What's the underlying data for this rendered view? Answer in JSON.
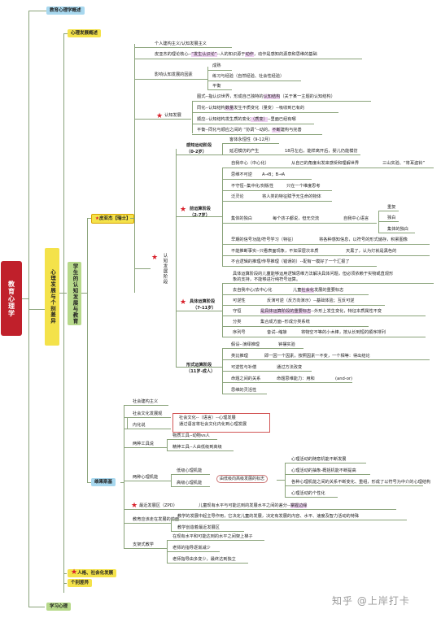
{
  "root": "教育心理学",
  "branches": {
    "overview": "教育心理学概述",
    "development": "心理发展与个别差异",
    "learning": "学习心理"
  },
  "dev": {
    "overview": "心理发展概述",
    "cognitive": "学生的认知发展与教育",
    "social": "人格、社会化发展",
    "individual": "个别差异"
  },
  "piaget": {
    "label": "皮亚杰【瑞士】",
    "core": "个人建构主义/认知发展主义",
    "central_prefix": "皮亚杰的理论核心--",
    "central_hl": "“发生认识论”",
    "central_mid": "--人的知识源于",
    "central_hl2": "动作",
    "central_suffix": "，动作是感知的源泉和思维的基础",
    "factors_label": "影响认知发展的因素",
    "factors": [
      "成熟",
      "练习与经验（自然经验、社会性经验）",
      "平衡"
    ],
    "cog_label": "认知发展",
    "schema_a": "图式--指认识世界，形成自己独特的",
    "schema_hl": "认知结构",
    "schema_b": "（关于某一主题的认知结构）",
    "assim_a": "同化--认知结构",
    "assim_hl": "数量",
    "assim_b": "发生不质变化（量变）--吸收到已有的",
    "accom_a": "顺应--认知结构发生质的变化",
    "accom_hl": "（质变）",
    "accom_b": "--里面已经有哪",
    "equil_a": "平衡--同化与顺应之间的 “协调”--动的，",
    "equil_hl": "不断",
    "equil_b": "建构与完善",
    "stages_label": "认知发展阶段",
    "sm_title": "感知运动阶段",
    "sm_age": "（0-2岁）",
    "sm_items": [
      "客体永恒性（9-12月）",
      "延迟模仿的产生",
      "18月左右，能样离开后，婴儿仍能模仿"
    ],
    "pre_title": "前运算阶段",
    "pre_age": "（2-7岁）",
    "pre_ego": "自我中心（中心化）",
    "pre_ego_note": "从自己的角度出发来感受和理解世界",
    "pre_ego_ex": "三山实验、“将耳盗铃”",
    "pre_irrev": "思维不可逆",
    "pre_irrev_ex": "A→B；B→A",
    "pre_cons": "不守恒--集中化/刻板性",
    "pre_cons_ex": "只在一个维度思考",
    "pre_anim": "泛灵论",
    "pre_anim_ex": "将人类的特征赋予无生命的物体",
    "pre_mono": "集体的独白",
    "pre_mono_ex": "每个孩子都说，但无交流",
    "pre_mono_sub": "自我中心语言",
    "pre_mono_kinds": [
      "重复",
      "独白",
      "集体的独白"
    ],
    "pre_sym": "早期的信号功能/符号学习（特征）",
    "pre_sym_ex": "将各种感知信息，以符号的形式储存，积累图像",
    "pre_just": "不能推断事实--只看表面现象，不如深层次本质",
    "pre_just_ex": "天黑了，认为灯就是黑色的",
    "pre_logic": "不合逻辑的推理/传导推理（错误的）--配有一模好了一个汇报了",
    "con_title": "具体运算阶段",
    "con_age": "（7-11岁）",
    "con_desc_a": "具体运算阶段的儿童能够运用逻辑思维方法解决具体问题，但必须依赖于实物或直观形",
    "con_desc_b": "象的支持，不能够进行纯符号运算。",
    "con_ego": "去自我中心/去中心化",
    "con_ego_ex_a": "儿童",
    "con_ego_hl": "社会化",
    "con_ego_ex_b": "发展的重要标志",
    "con_rev": "可逆性",
    "con_rev_ex": "反演可逆（反方向演示）--基础体验；互反可逆",
    "con_cons": "守恒",
    "con_cons_hl": "是具体运算阶段的重要标志",
    "con_cons_ex": "--外形上发生变化，特征本质属性不变",
    "con_class": "分类",
    "con_class_ex": "集合成方面--形成分类系统",
    "con_seq": "序列号",
    "con_seq_ex": "音试--缩接",
    "con_seq_ex2": "将物空不等的小木棒，按从长到短的顺序排列",
    "form_title": "形式运算阶段",
    "form_age": "（11岁-成人）",
    "form_items": [
      "假设--演绎推理",
      "类比推理",
      "可逆性与补偿",
      "命题之间的关系",
      "思维的灵活性"
    ],
    "form_notes": [
      "钟摆实验",
      "即一因一个因素，按照因素一不变，一个相等：得出结论",
      "通过方法改变",
      "命题思维能力：用和",
      "(and-or)"
    ],
    "form_hyp_note": "钟摆实验"
  },
  "vygotsky": {
    "label": "维果斯基",
    "cultural": "社会建构主义",
    "sc_title": "社会文化发展观",
    "sc_note_a": "社会文化--（语言）--心理发展",
    "sc_note_b": "通过语言将社会文化内化到心理发展",
    "internal": "内化说",
    "tools": "两种工具说",
    "tools_items": [
      "物质工具--动物vs人",
      "精神工具--人由低级到高级"
    ],
    "func": "两种心理机能",
    "func_low": "低级心理机能",
    "func_high": "高级心理机能",
    "func_mark": "由低级向高级发展的标志",
    "func_marks": [
      "心理活动的随意机能不断发展",
      "心理活动的抽象-概括机能不断提高",
      "各种心理机能之间的关系不断变化、重组，形成了以符号为中介的心理结构",
      "心理活动的个性化"
    ],
    "zpd_title": "最近发展区（ZPD）",
    "zpd_note_a": "儿童现有水平与可能达到的发展水平之间的差分--",
    "zpd_hl": "掌握边缘",
    "teach_title": "教育应该走在发展的前面",
    "teach_a": "教学的发展中起主导作用，它决定儿童的发展，决定有发展的内容、水平、速度及智力活动的特殊",
    "teach_b": "教学创造着最近发展区",
    "scaffold_title": "支架式教学",
    "scaffold_items": [
      "在现有水平和可能达到的水平之间架上梯子",
      "老师的指导逐渐减少",
      "老师指导由多变少，最终达到独立"
    ]
  },
  "watermark": "知乎 @上岸打卡",
  "colors": {
    "root": "#c0202b",
    "lightblue": "#a8d8ef",
    "yellow": "#f4e24a",
    "green": "#b7d98b",
    "star": "#d8202a",
    "highlight_purple": "#efd3f2",
    "highlight_yellow": "#f7ef6a"
  }
}
